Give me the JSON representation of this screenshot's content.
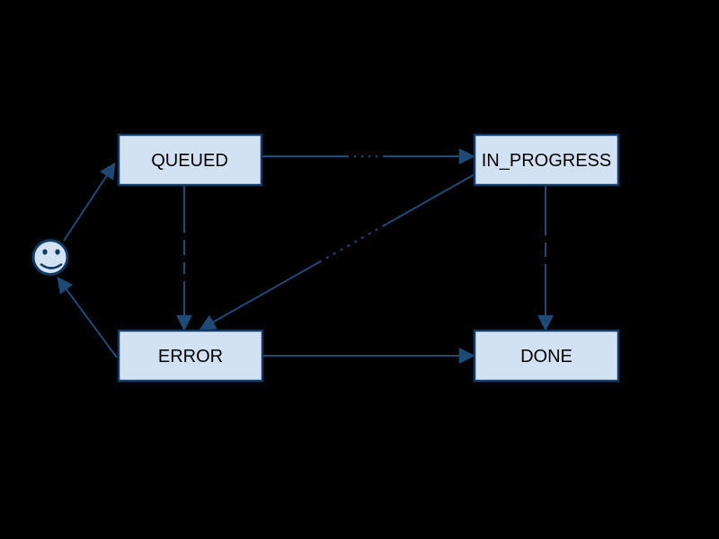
{
  "diagram": {
    "type": "state-machine",
    "background_color": "#000000",
    "node_fill_color": "#d2e2f2",
    "node_border_color": "#0f3a66",
    "edge_color": "#1e4a76",
    "node_text_color": "#000000",
    "nodes": [
      {
        "id": "queued",
        "label": "QUEUED"
      },
      {
        "id": "in_progress",
        "label": "IN_PROGRESS"
      },
      {
        "id": "error",
        "label": "ERROR"
      },
      {
        "id": "done",
        "label": "DONE"
      },
      {
        "id": "actor",
        "label": "",
        "icon": "smiley-face-icon"
      }
    ],
    "edges": [
      {
        "from": "actor",
        "to": "queued"
      },
      {
        "from": "queued",
        "to": "in_progress"
      },
      {
        "from": "queued",
        "to": "error"
      },
      {
        "from": "in_progress",
        "to": "error"
      },
      {
        "from": "in_progress",
        "to": "done"
      },
      {
        "from": "error",
        "to": "done"
      },
      {
        "from": "error",
        "to": "actor"
      }
    ]
  }
}
